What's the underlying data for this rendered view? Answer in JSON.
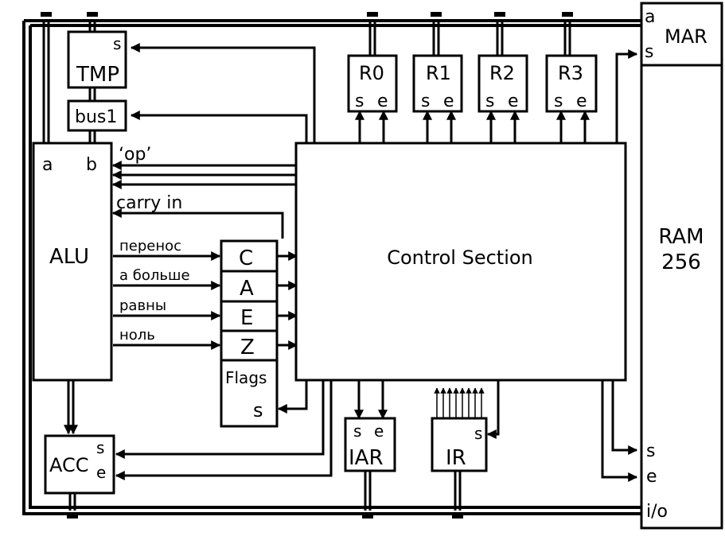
{
  "blocks": {
    "tmp": {
      "name": "TMP",
      "pin_s": "s"
    },
    "bus1": {
      "name": "bus1"
    },
    "alu": {
      "name": "ALU",
      "in_a": "a",
      "in_b": "b"
    },
    "acc": {
      "name": "ACC",
      "pin_s": "s",
      "pin_e": "e"
    },
    "flags": {
      "name": "Flags",
      "pin_s": "s",
      "bits": [
        "C",
        "A",
        "E",
        "Z"
      ]
    },
    "registers": [
      {
        "name": "R0",
        "pin_s": "s",
        "pin_e": "e"
      },
      {
        "name": "R1",
        "pin_s": "s",
        "pin_e": "e"
      },
      {
        "name": "R2",
        "pin_s": "s",
        "pin_e": "e"
      },
      {
        "name": "R3",
        "pin_s": "s",
        "pin_e": "e"
      }
    ],
    "control": {
      "name": "Control Section"
    },
    "iar": {
      "name": "IAR",
      "pin_s": "s",
      "pin_e": "e"
    },
    "ir": {
      "name": "IR",
      "pin_s": "s"
    },
    "ram": {
      "name_line1": "RAM",
      "name_line2": "256",
      "pin_s": "s",
      "pin_e": "e",
      "pin_io": "i/o"
    },
    "mar": {
      "name": "MAR",
      "pin_a": "a",
      "pin_s": "s"
    }
  },
  "signals": {
    "op": "‘op’",
    "carry_in": "carry in",
    "alu_outputs": [
      "перенос",
      "а больше",
      "равны",
      "ноль"
    ]
  }
}
